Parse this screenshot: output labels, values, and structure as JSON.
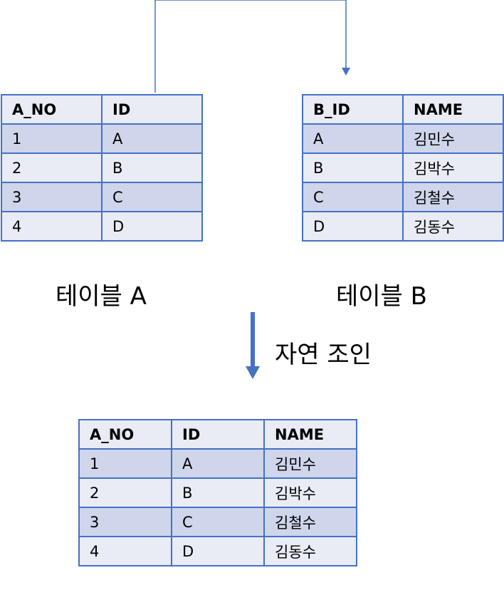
{
  "table_a": {
    "caption": "테이블 A",
    "columns": [
      "A_NO",
      "ID"
    ],
    "rows": [
      [
        "1",
        "A"
      ],
      [
        "2",
        "B"
      ],
      [
        "3",
        "C"
      ],
      [
        "4",
        "D"
      ]
    ]
  },
  "table_b": {
    "caption": "테이블 B",
    "columns": [
      "B_ID",
      "NAME"
    ],
    "rows": [
      [
        "A",
        "김민수"
      ],
      [
        "B",
        "김박수"
      ],
      [
        "C",
        "김철수"
      ],
      [
        "D",
        "김동수"
      ]
    ]
  },
  "join": {
    "label": "자연 조인"
  },
  "result": {
    "columns": [
      "A_NO",
      "ID",
      "NAME"
    ],
    "rows": [
      [
        "1",
        "A",
        "김민수"
      ],
      [
        "2",
        "B",
        "김박수"
      ],
      [
        "3",
        "C",
        "김철수"
      ],
      [
        "4",
        "D",
        "김동수"
      ]
    ]
  },
  "colors": {
    "border": "#4472c4",
    "row_dark": "#cfd5ea",
    "row_light": "#e9ebf5",
    "arrow": "#4472c4"
  }
}
